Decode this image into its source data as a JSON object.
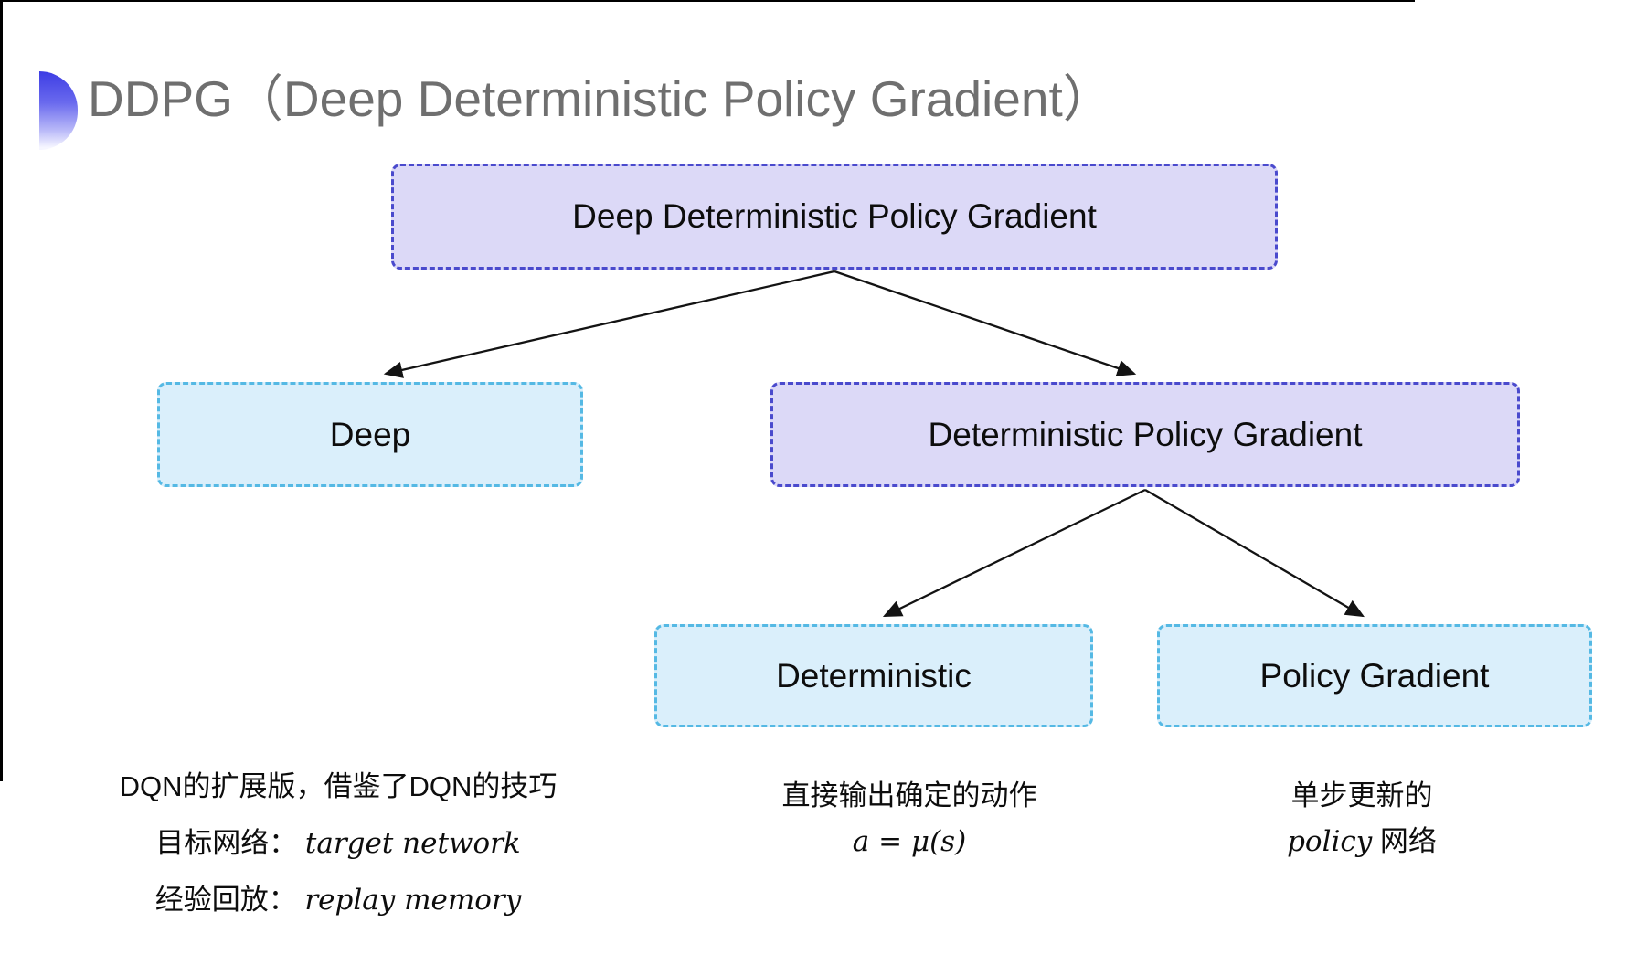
{
  "title": "DDPG（Deep Deterministic Policy Gradient）",
  "colors": {
    "bg": "#ffffff",
    "title_color": "#6f6f6f",
    "purple_fill": "#dcd9f7",
    "purple_border": "#4a4acd",
    "cyan_fill": "#daeffb",
    "cyan_border": "#55b9e4",
    "ink": "#0d0d0d",
    "icon_top": "#3c3ce4"
  },
  "diagram": {
    "root": {
      "label": "Deep Deterministic Policy Gradient"
    },
    "deep": {
      "label": "Deep"
    },
    "dpg": {
      "label": "Deterministic Policy Gradient"
    },
    "deterministic": {
      "label": "Deterministic"
    },
    "policy_gradient": {
      "label": "Policy Gradient"
    }
  },
  "notes": {
    "deep": {
      "line1": "DQN的扩展版，借鉴了DQN的技巧",
      "line2_label": "目标网络：",
      "line2_value": "target network",
      "line3_label": "经验回放：",
      "line3_value": "replay memory"
    },
    "deterministic": {
      "line1": "直接输出确定的动作",
      "line2": "a = μ(s)"
    },
    "policy_gradient": {
      "line1": "单步更新的",
      "line2_italic": "policy",
      "line2_rest": " 网络"
    }
  }
}
